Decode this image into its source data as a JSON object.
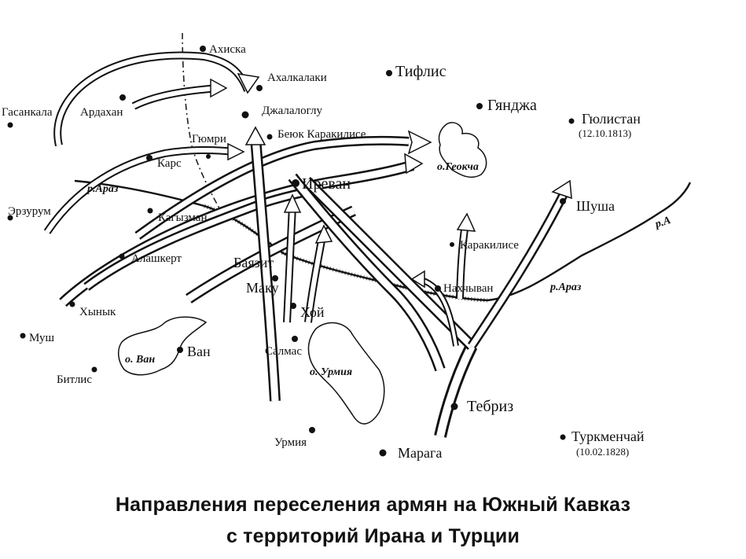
{
  "title": {
    "line1": "Направления переселения армян на Южный Кавказ",
    "line2": "с территорий Ирана и Турции"
  },
  "places": {
    "akhiska": "Ахиска",
    "akhalkalaki": "Ахалкалаки",
    "tiflis": "Тифлис",
    "ganja": "Гянджа",
    "gyulistan": "Гюлистан",
    "gyulistan_date": "(12.10.1813)",
    "gasankala": "Гасанкала",
    "ardakhan": "Ардахан",
    "jalaloglu": "Джалалоглу",
    "beyuk_karakilise": "Беюк Каракилисе",
    "gyumri": "Гюмри",
    "kars": "Карс",
    "irevan": "Иреван",
    "erzurum": "Эрзурум",
    "kagyzman": "Кагызман",
    "shusha": "Шуша",
    "alashkert": "Алашкерт",
    "bayazit": "Баязит",
    "karakilise": "Каракилисе",
    "maku": "Маку",
    "nakhchivan": "Нахчыван",
    "khynys": "Хынык",
    "khoy": "Хой",
    "mush": "Муш",
    "van": "Ван",
    "salmas": "Салмас",
    "bitlis": "Битлис",
    "tebriz": "Тебриз",
    "urmiya": "Урмия",
    "maraga": "Марага",
    "turkmenchay": "Туркменчай",
    "turkmenchay_date": "(10.02.1828)"
  },
  "lakes": {
    "geokcha": "о.Геокча",
    "van": "о. Ван",
    "urmiya": "о. Урмия"
  },
  "rivers": {
    "araz_west": "р.Араз",
    "araz_east": "р.Араз",
    "araz_edge": "р.А"
  }
}
